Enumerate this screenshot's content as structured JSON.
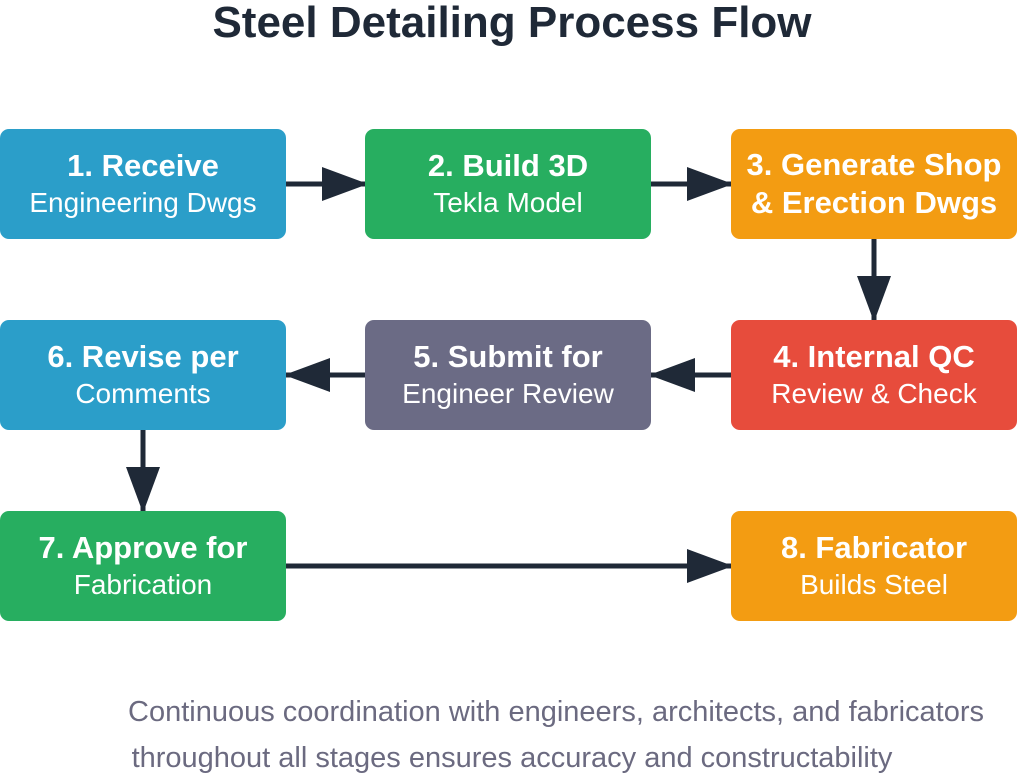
{
  "title": "Steel Detailing Process Flow",
  "colors": {
    "blue": "#2b9ec9",
    "green": "#27ae60",
    "orange": "#f39c12",
    "red": "#e74c3c",
    "slate": "#6b6b85",
    "arrow": "#1f2937"
  },
  "steps": [
    {
      "line1": "1. Receive",
      "line2": "Engineering Dwgs"
    },
    {
      "line1": "2. Build 3D",
      "line2": "Tekla Model"
    },
    {
      "line1": "3. Generate Shop",
      "line2": "& Erection Dwgs"
    },
    {
      "line1": "4. Internal QC",
      "line2": "Review & Check"
    },
    {
      "line1": "5. Submit for",
      "line2": "Engineer Review"
    },
    {
      "line1": "6. Revise per",
      "line2": "Comments"
    },
    {
      "line1": "7. Approve for",
      "line2": "Fabrication"
    },
    {
      "line1": "8. Fabricator",
      "line2": "Builds Steel"
    }
  ],
  "footer": {
    "line1": "Continuous coordination with engineers, architects, and fabricators",
    "line2": "throughout all stages ensures accuracy and constructability"
  }
}
